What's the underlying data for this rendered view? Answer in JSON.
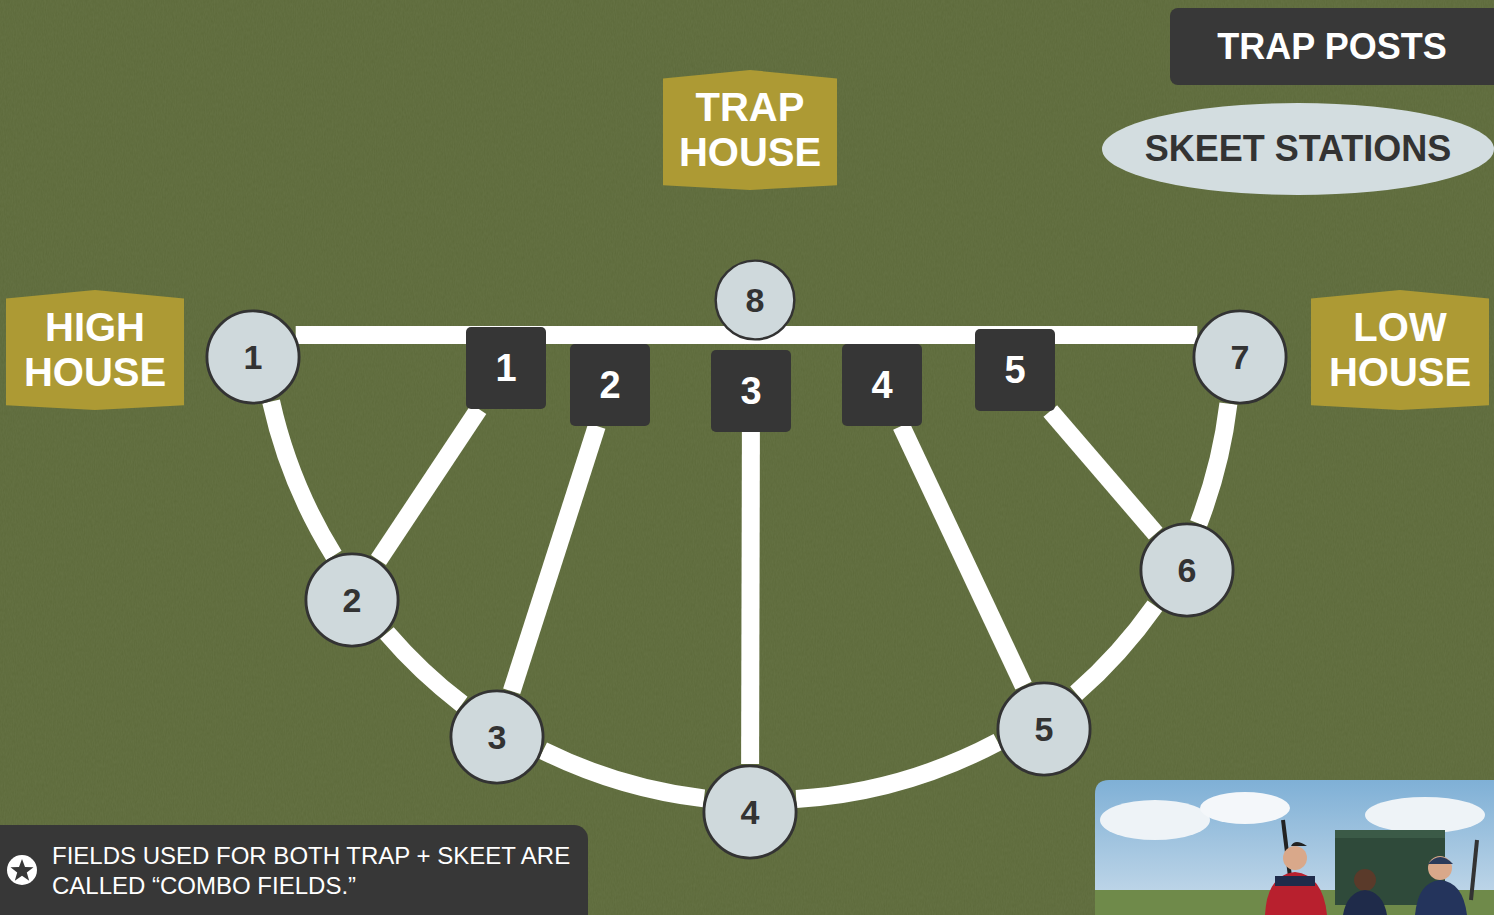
{
  "diagram": {
    "nodes": [
      {
        "text": [
          "TRAP HOUSE"
        ]
      },
      {
        "text": [
          "HIGH HOUSE"
        ]
      },
      {
        "text": [
          "LOW HOUSE"
        ]
      },
      {
        "text": [
          "1"
        ]
      },
      {
        "text": [
          "2"
        ]
      },
      {
        "text": [
          "3"
        ]
      },
      {
        "text": [
          "4"
        ]
      },
      {
        "text": [
          "5"
        ]
      },
      {
        "text": [
          "6"
        ]
      },
      {
        "text": [
          "7"
        ]
      },
      {
        "text": [
          "8"
        ]
      },
      {
        "text": [
          "1"
        ]
      },
      {
        "text": [
          "2"
        ]
      },
      {
        "text": [
          "3"
        ]
      },
      {
        "text": [
          "4"
        ]
      },
      {
        "text": [
          "5"
        ]
      }
    ],
    "edges": [
      {
        "from": 3,
        "to": 9,
        "arrow": "none"
      },
      {
        "from": 3,
        "to": 4,
        "arrow": "none"
      },
      {
        "from": 4,
        "to": 5,
        "arrow": "none"
      },
      {
        "from": 5,
        "to": 6,
        "arrow": "none"
      },
      {
        "from": 6,
        "to": 7,
        "arrow": "none"
      },
      {
        "from": 7,
        "to": 8,
        "arrow": "none"
      },
      {
        "from": 8,
        "to": 9,
        "arrow": "none"
      },
      {
        "from": 11,
        "to": 4,
        "arrow": "none"
      },
      {
        "from": 12,
        "to": 5,
        "arrow": "none"
      },
      {
        "from": 13,
        "to": 6,
        "arrow": "none"
      },
      {
        "from": 14,
        "to": 7,
        "arrow": "none"
      },
      {
        "from": 15,
        "to": 8,
        "arrow": "none"
      }
    ],
    "labels": [
      "FIELDS USED FOR BOTH TRAP + SKEET ARE CALLED “COMBO FIELDS.”"
    ],
    "legend": [
      {
        "text": "TRAP POSTS",
        "color": "#383838"
      },
      {
        "text": "SKEET STATIONS",
        "color": "#d3dde0"
      }
    ]
  }
}
